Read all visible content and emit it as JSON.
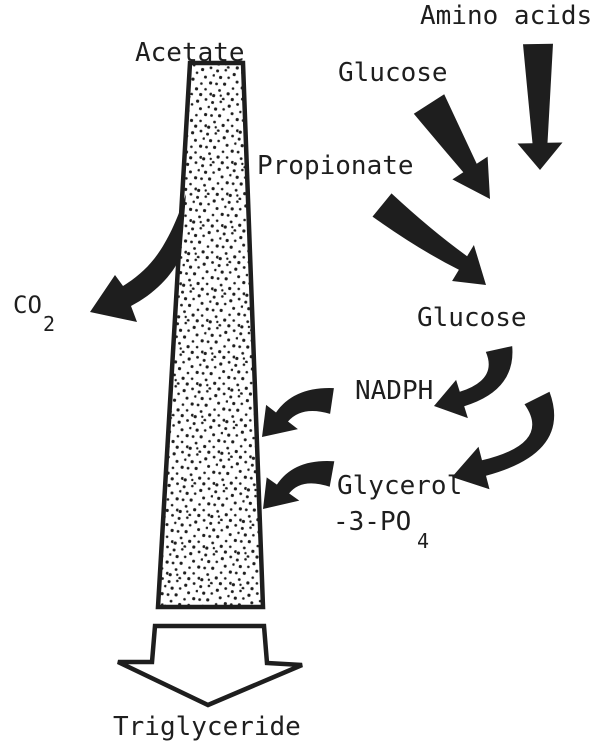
{
  "diagram": {
    "title_hint": "substrate flow into triglyceride synthesis",
    "colors": {
      "ink": "#1e1e1e",
      "background": "#ffffff"
    },
    "labels": {
      "amino_acids": "Amino acids",
      "acetate": "Acetate",
      "glucose_top": "Glucose",
      "propionate": "Propionate",
      "co2_base": "CO",
      "co2_sub": "2",
      "glucose_mid": "Glucose",
      "nadph": "NADPH",
      "glycerol_line1": "Glycerol",
      "glycerol_line2": "-3-PO",
      "glycerol_sub": "4",
      "triglyceride": "Triglyceride"
    },
    "flows": [
      {
        "from": "Acetate",
        "to": "column (top)"
      },
      {
        "from": "Amino acids",
        "to": "Glucose (mid)"
      },
      {
        "from": "Glucose (top)",
        "to": "Glucose (mid)"
      },
      {
        "from": "Propionate",
        "to": "Glucose (mid)"
      },
      {
        "from": "column",
        "to": "CO2"
      },
      {
        "from": "Glucose (mid)",
        "to": "NADPH"
      },
      {
        "from": "Glucose (mid)",
        "to": "Glycerol-3-PO4"
      },
      {
        "from": "NADPH",
        "to": "column"
      },
      {
        "from": "Glycerol-3-PO4",
        "to": "column"
      },
      {
        "from": "column",
        "to": "Triglyceride"
      }
    ]
  }
}
